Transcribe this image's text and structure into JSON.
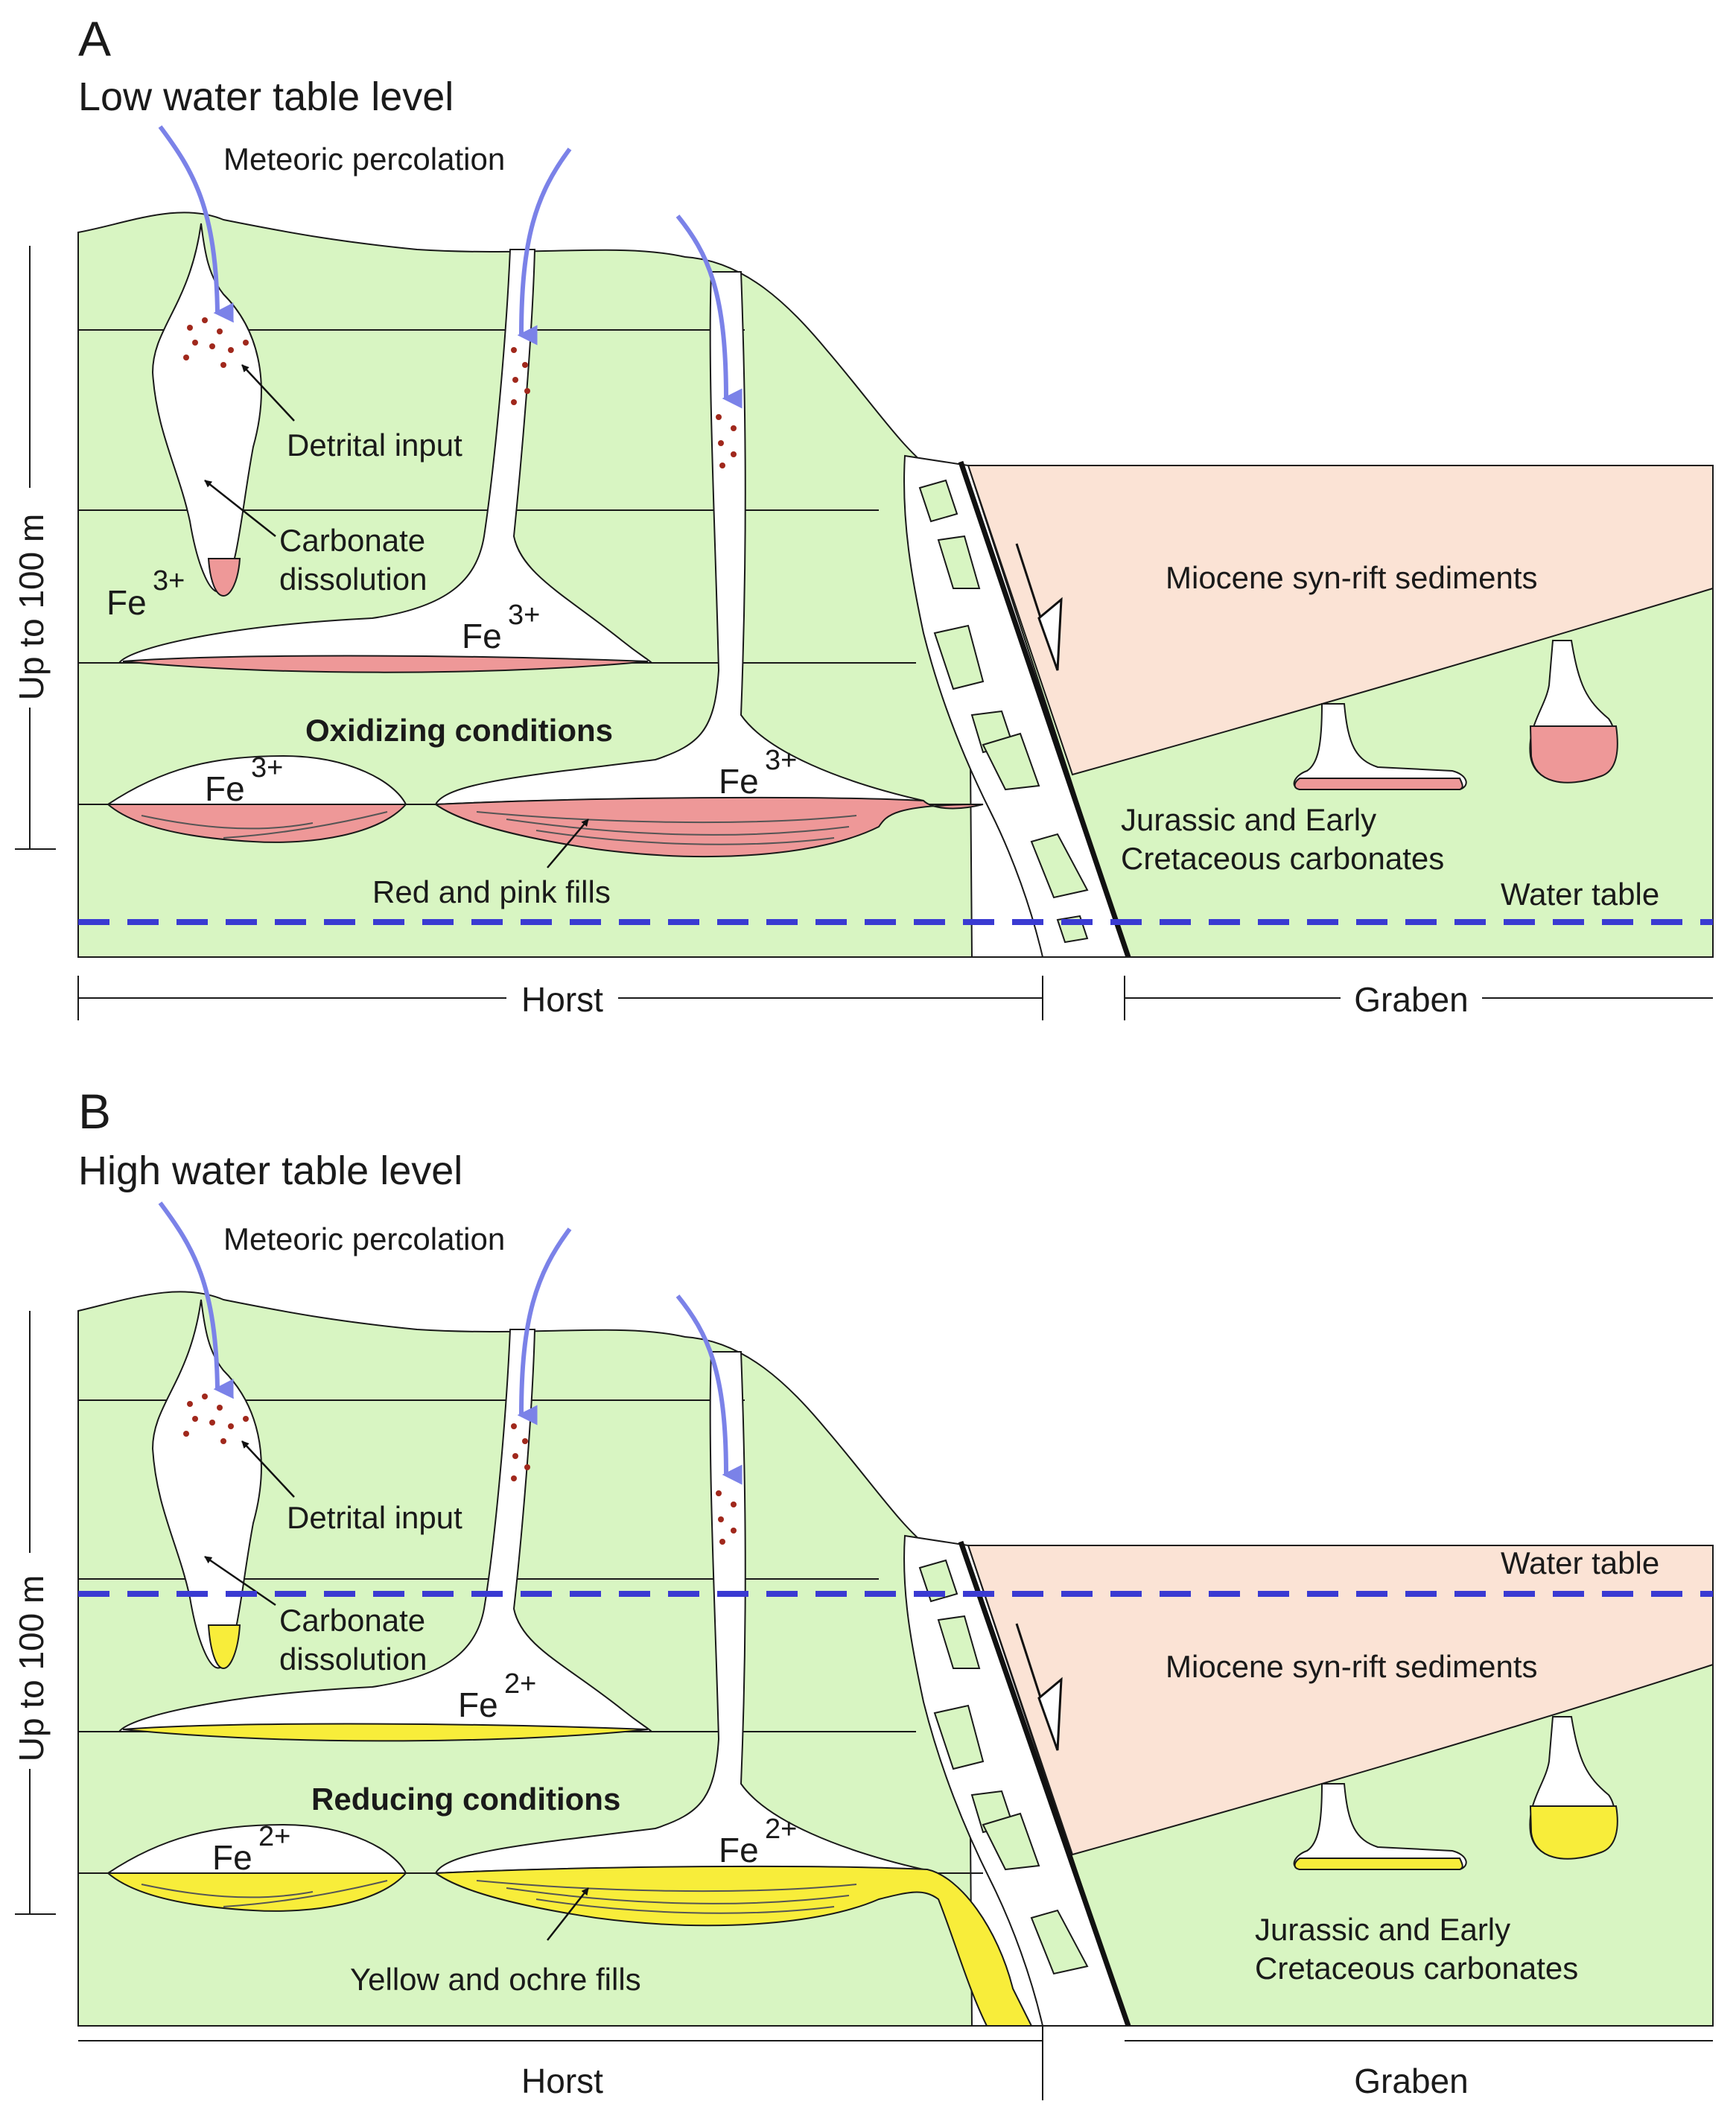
{
  "colors": {
    "carbonate_green": "#d8f5c2",
    "sediment_peach": "#fbe3d5",
    "oxidized_fill": "#ee9898",
    "reduced_fill": "#f8ed3a",
    "meteoric_arrow": "#7b82e8",
    "water_table": "#3a3ad2",
    "detrital_dots": "#a0281c"
  },
  "panel_a": {
    "letter": "A",
    "title": "Low water table level",
    "meteoric": "Meteoric percolation",
    "detrital": "Detrital input",
    "carbonate_dissolution": [
      "Carbonate",
      "dissolution"
    ],
    "condition": "Oxidizing conditions",
    "fills": "Red and pink fills",
    "fe_base": "Fe",
    "fe_charge": "3+",
    "miocene": "Miocene syn-rift sediments",
    "jurassic": [
      "Jurassic and Early",
      "Cretaceous carbonates"
    ],
    "water_table": "Water table",
    "horst": "Horst",
    "graben": "Graben",
    "scale": "Up to 100 m"
  },
  "panel_b": {
    "letter": "B",
    "title": "High water table level",
    "meteoric": "Meteoric percolation",
    "detrital": "Detrital input",
    "carbonate_dissolution": [
      "Carbonate",
      "dissolution"
    ],
    "condition": "Reducing conditions",
    "fills": "Yellow and ochre fills",
    "fe_base": "Fe",
    "fe_charge": "2+",
    "miocene": "Miocene syn-rift sediments",
    "jurassic": [
      "Jurassic and Early",
      "Cretaceous carbonates"
    ],
    "water_table": "Water table",
    "horst": "Horst",
    "graben": "Graben",
    "scale": "Up to 100 m"
  }
}
